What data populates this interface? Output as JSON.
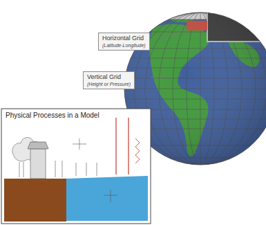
{
  "diagram": {
    "nodes": [
      {
        "text": [
          "Horizontal Grid",
          "(Latitude-Longitude)"
        ]
      },
      {
        "text": [
          "Vertical Grid",
          "(Height or Pressure)"
        ]
      },
      {
        "text": [
          "Physical Processes in a Model"
        ]
      }
    ]
  }
}
